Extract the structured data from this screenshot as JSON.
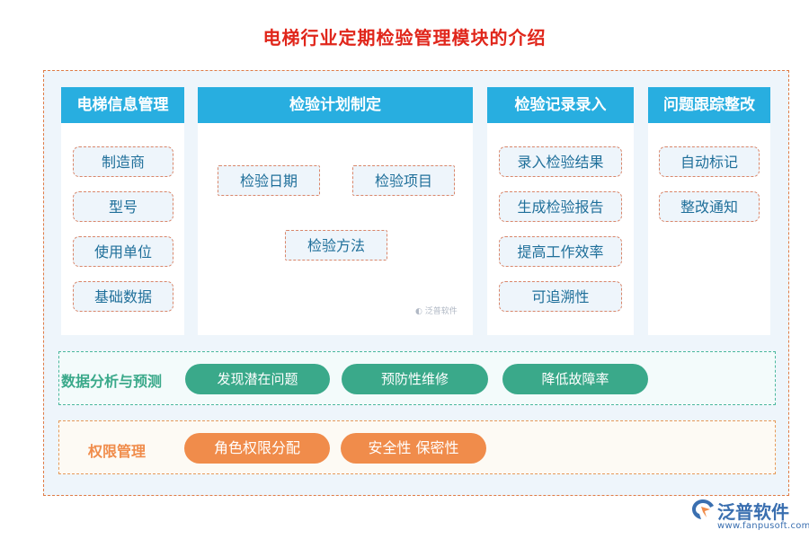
{
  "title": "电梯行业定期检验管理模块的介绍",
  "columns": [
    {
      "heading": "电梯信息管理",
      "items": [
        "制造商",
        "型号",
        "使用单位",
        "基础数据"
      ]
    },
    {
      "heading": "检验计划制定",
      "items": [
        "检验日期",
        "检验项目",
        "检验方法"
      ]
    },
    {
      "heading": "检验记录录入",
      "items": [
        "录入检验结果",
        "生成检验报告",
        "提高工作效率",
        "可追溯性"
      ]
    },
    {
      "heading": "问题跟踪整改",
      "items": [
        "自动标记",
        "整改通知"
      ]
    }
  ],
  "analysis": {
    "label": "数据分析与预测",
    "items": [
      "发现潜在问题",
      "预防性维修",
      "降低故障率"
    ],
    "color": "#3aa98a"
  },
  "permissions": {
    "label": "权限管理",
    "items": [
      "角色权限分配",
      "安全性 保密性"
    ],
    "color": "#f08c4b"
  },
  "watermark": "泛普软件",
  "brand": {
    "name": "泛普软件",
    "url": "www.fanpusoft.com"
  },
  "colors": {
    "title": "#e0261b",
    "header": "#28aee0",
    "background": "#eef5fb"
  }
}
